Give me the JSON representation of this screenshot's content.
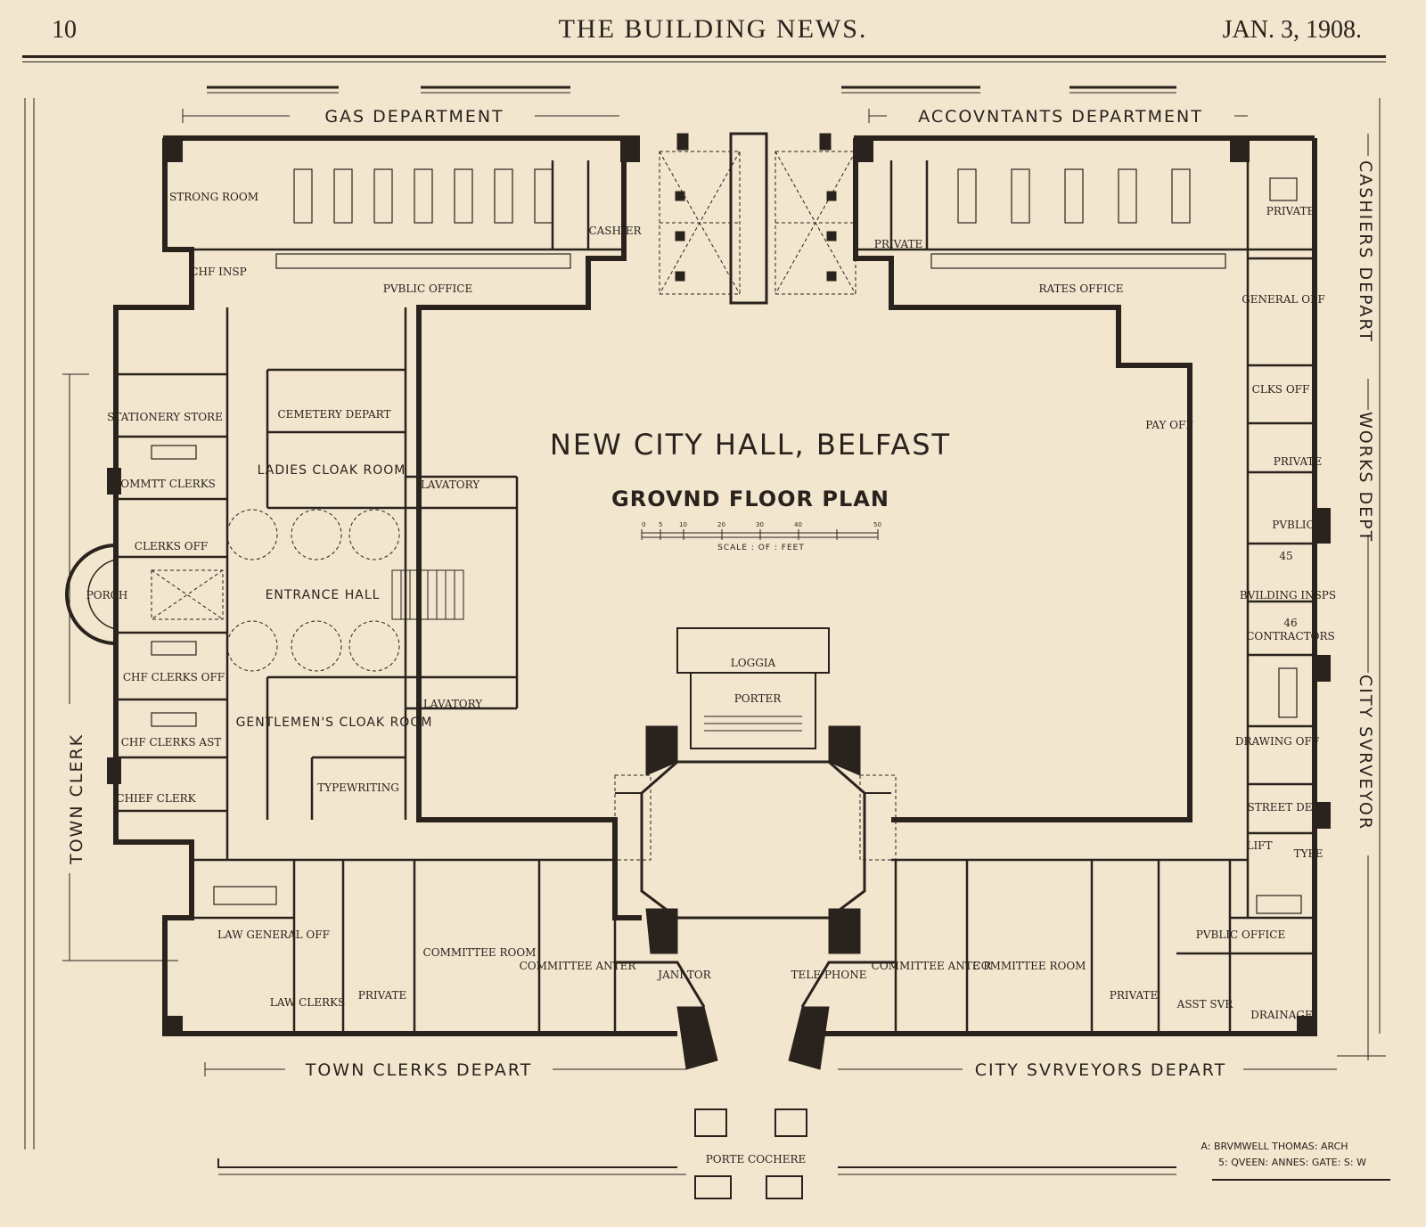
{
  "masthead": {
    "page_number": "10",
    "publication": "THE BUILDING NEWS.",
    "date": "JAN. 3, 1908."
  },
  "plan": {
    "title": "NEW CITY HALL, BELFAST",
    "subtitle": "GROVND FLOOR PLAN",
    "scale_label": "SCALE : OF : FEET",
    "scale_ticks": [
      "0",
      "5",
      "10",
      "20",
      "30",
      "40",
      "50"
    ],
    "architect_line1": "A: BRVMWELL THOMAS: ARCH",
    "architect_line2": "5: QVEEN: ANNES: GATE: S: W"
  },
  "departments": {
    "gas": "GAS DEPARTMENT",
    "accountants": "ACCOVNTANTS DEPARTMENT",
    "cashiers": "CASHIERS DEPART",
    "works": "WORKS DEPT",
    "city_surveyor": "CITY SVRVEYOR",
    "town_clerk": "TOWN CLERK",
    "town_clerks_depart": "TOWN CLERKS DEPART",
    "city_surveyors_depart": "CITY SVRVEYORS DEPART"
  },
  "rooms": {
    "strong_room": "STRONG ROOM",
    "cashier": "CASHIER",
    "chief_insp": "CHF INSP",
    "public_office_gas": "PVBLIC OFFICE",
    "private_acc": "PRIVATE",
    "rates_office": "RATES OFFICE",
    "private_ne": "PRIVATE",
    "general_off": "GENERAL OFF",
    "clks_off": "CLKS OFF",
    "pay_off": "PAY OFF",
    "private_e": "PRIVATE",
    "public_e": "PVBLIC",
    "room_45": "45",
    "building_insps": "BVILDING INSPS",
    "room_46": "46",
    "contractors": "CONTRACTORS",
    "drawing_off": "DRAWING OFF",
    "street_dep": "STREET DEP",
    "lift": "LIFT",
    "type": "TYPE",
    "public_office_se": "PVBLIC OFFICE",
    "drainage": "DRAINAGE",
    "asst_svr": "ASST SVR",
    "private_se": "PRIVATE",
    "committee_room_e": "COMMITTEE ROOM",
    "committee_anter_e": "COMMITTEE ANTE R",
    "telephone": "TELE PHONE",
    "janitor": "JANI TOR",
    "committee_anter_w": "COMMITTEE ANTER",
    "committee_room_w": "COMMITTEE ROOM",
    "private_sw": "PRIVATE",
    "law_clerks": "LAW CLERKS",
    "law_general_off": "LAW GENERAL OFF",
    "chief_clerk": "CHIEF CLERK",
    "chf_clerks_ast": "CHF CLERKS AST",
    "chf_clerks_off": "CHF CLERKS OFF",
    "porch": "PORCH",
    "clerks_off": "CLERKS OFF",
    "comm_clerks": "COMMTT CLERKS",
    "stationery_store": "STATIONERY STORE",
    "cemetery_depart": "CEMETERY DEPART",
    "ladies_cloak": "LADIES CLOAK ROOM",
    "lavatory_n": "LAVATORY",
    "entrance_hall": "ENTRANCE HALL",
    "lavatory_s": "LAVATORY",
    "gentlemens_cloak": "GENTLEMEN'S CLOAK ROOM",
    "typewriting": "TYPEWRITING",
    "loggia": "LOGGIA",
    "porter": "PORTER",
    "porte_cochere": "PORTE COCHERE"
  }
}
